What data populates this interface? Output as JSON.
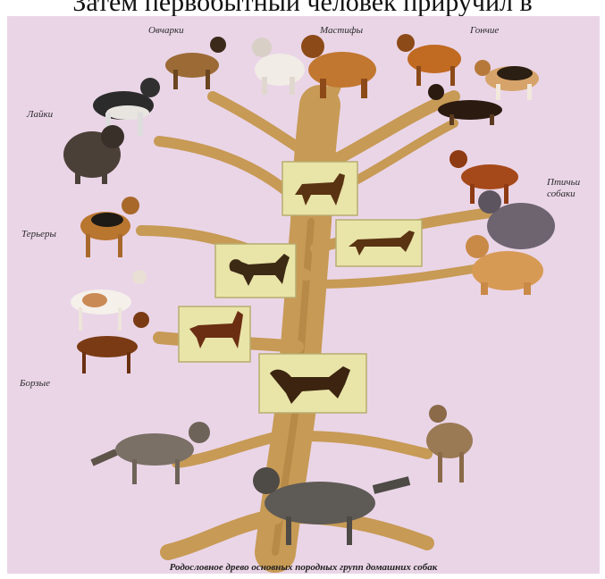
{
  "page": {
    "top_text": "Затем первобытный человек приручил в"
  },
  "diagram": {
    "caption": "Родословное древо основных породных групп домашних собак",
    "labels": {
      "shepherds": "Овчарки",
      "mastiffs": "Мастифы",
      "hounds": "Гончие",
      "laikas": "Лайки",
      "gundogs_line1": "Птичьи",
      "gundogs_line2": "собаки",
      "terriers": "Терьеры",
      "borzoi": "Борзые"
    }
  },
  "colors": {
    "panel_bg": "#ead5e7",
    "trunk": "#c79a55",
    "trunk_dark": "#8f6430",
    "plaque_bg": "#e9e4a8",
    "silhouette": "#5a3312"
  }
}
